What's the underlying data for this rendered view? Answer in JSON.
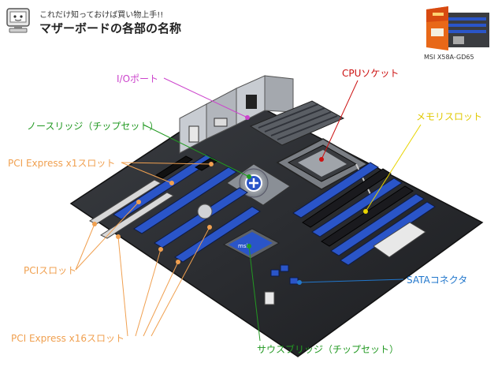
{
  "header": {
    "subtitle": "これだけ知っておけば買い物上手!!",
    "title": "マザーボードの各部の名称"
  },
  "product": {
    "caption": "MSI X58A-GD65"
  },
  "labels": {
    "io_port": "I/Oポート",
    "northbridge": "ノースリッジ（チップセット）",
    "pcie_x1": "PCI Express x1スロット",
    "pci": "PCIスロット",
    "pcie_x16": "PCI Express x16スロット",
    "cpu_socket": "CPUソケット",
    "memory_slot": "メモリスロット",
    "sata": "SATAコネクタ",
    "southbridge": "サウスブリッジ（チップセット）"
  },
  "colors": {
    "io_port": "#cc44cc",
    "northbridge": "#229922",
    "pci_group": "#f0a050",
    "cpu_socket": "#cc1111",
    "memory_slot": "#e8d400",
    "sata": "#2277cc",
    "southbridge": "#229922",
    "board": "#2a2c30",
    "slot_blue": "#2a55c8"
  },
  "icons": {
    "header": "computer-mascot-icon",
    "product": "product-box-image",
    "zoom": "zoom-plus-icon"
  }
}
